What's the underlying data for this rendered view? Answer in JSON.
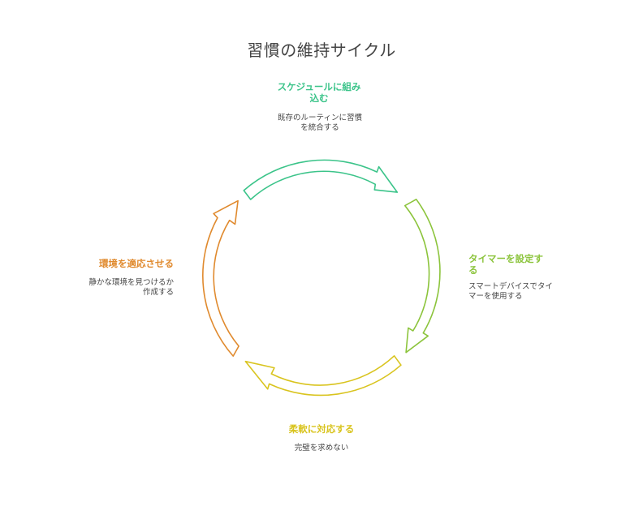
{
  "title": "習慣の維持サイクル",
  "steps": [
    {
      "label": "スケジュールに組み込む",
      "description": "既存のルーティンに習慣を統合する",
      "color": "#3cc48a"
    },
    {
      "label": "タイマーを設定する",
      "description": "スマートデバイスでタイマーを使用する",
      "color": "#8cc43c"
    },
    {
      "label": "柔軟に対応する",
      "description": "完璧を求めない",
      "color": "#d9c41f"
    },
    {
      "label": "環境を適応させる",
      "description": "静かな環境を見つけるか作成する",
      "color": "#e08a2e"
    }
  ]
}
